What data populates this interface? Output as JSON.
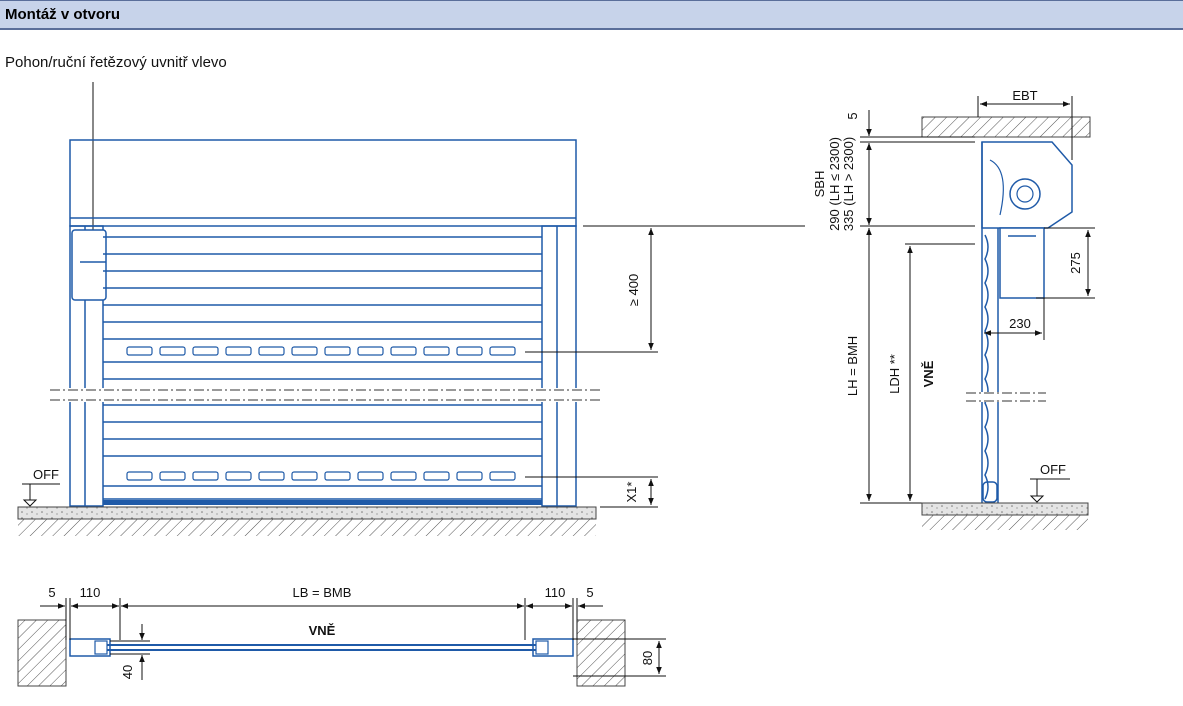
{
  "header": {
    "title": "Montáž v otvoru"
  },
  "drive_label": "Pohon/ruční řetězový uvnitř vlevo",
  "front_view": {
    "dim_top": "≥ 400",
    "dim_bottom": "X1*",
    "floor_label": "OFF"
  },
  "side_view": {
    "ebt": "EBT",
    "top_gap": "5",
    "sbh_label": "SBH",
    "sbh_1": "290 (LH ≤ 2300)",
    "sbh_2": "335 (LH > 2300)",
    "dim_275": "275",
    "dim_230": "230",
    "lh": "LH = BMH",
    "ldh": "LDH **",
    "outside": "VNĚ",
    "floor_label": "OFF"
  },
  "plan_view": {
    "left_gap": "5",
    "left_width": "110",
    "lb": "LB = BMB",
    "right_width": "110",
    "right_gap": "5",
    "outside": "VNĚ",
    "dim_40": "40",
    "dim_80": "80"
  },
  "colors": {
    "header_bg": "#c7d3ea",
    "door_blue": "#1f5aa8",
    "floor_fill": "#cfcfcf"
  }
}
